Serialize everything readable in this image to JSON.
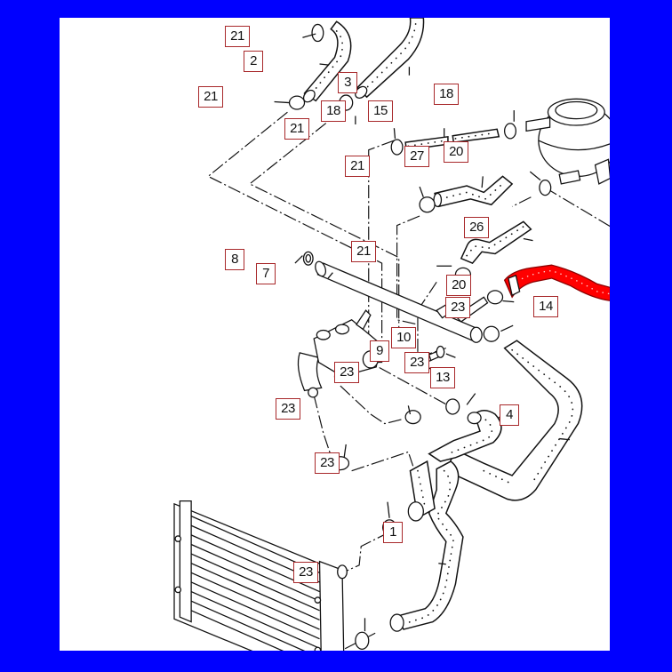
{
  "diagram": {
    "title": "Cooling system coolant hoses exploded parts diagram",
    "highlight_color": "#ff0000",
    "frame_color": "#0000ff",
    "label_border_color": "#a8282a",
    "highlighted_part": "14",
    "callouts": [
      {
        "id": "c01",
        "text": "21"
      },
      {
        "id": "c02",
        "text": "2"
      },
      {
        "id": "c03",
        "text": "21"
      },
      {
        "id": "c04",
        "text": "3"
      },
      {
        "id": "c05",
        "text": "21"
      },
      {
        "id": "c06",
        "text": "18"
      },
      {
        "id": "c07",
        "text": "15"
      },
      {
        "id": "c08",
        "text": "18"
      },
      {
        "id": "c09",
        "text": "27"
      },
      {
        "id": "c10",
        "text": "20"
      },
      {
        "id": "c11",
        "text": "21"
      },
      {
        "id": "c12",
        "text": "26"
      },
      {
        "id": "c13",
        "text": "21"
      },
      {
        "id": "c14",
        "text": "8"
      },
      {
        "id": "c15",
        "text": "7"
      },
      {
        "id": "c16",
        "text": "20"
      },
      {
        "id": "c17",
        "text": "14"
      },
      {
        "id": "c18",
        "text": "23"
      },
      {
        "id": "c19",
        "text": "10"
      },
      {
        "id": "c20",
        "text": "9"
      },
      {
        "id": "c21",
        "text": "23"
      },
      {
        "id": "c22",
        "text": "23"
      },
      {
        "id": "c23",
        "text": "13"
      },
      {
        "id": "c24",
        "text": "4"
      },
      {
        "id": "c25",
        "text": "23"
      },
      {
        "id": "c26",
        "text": "23"
      },
      {
        "id": "c27",
        "text": "1"
      },
      {
        "id": "c28",
        "text": "23"
      }
    ]
  }
}
